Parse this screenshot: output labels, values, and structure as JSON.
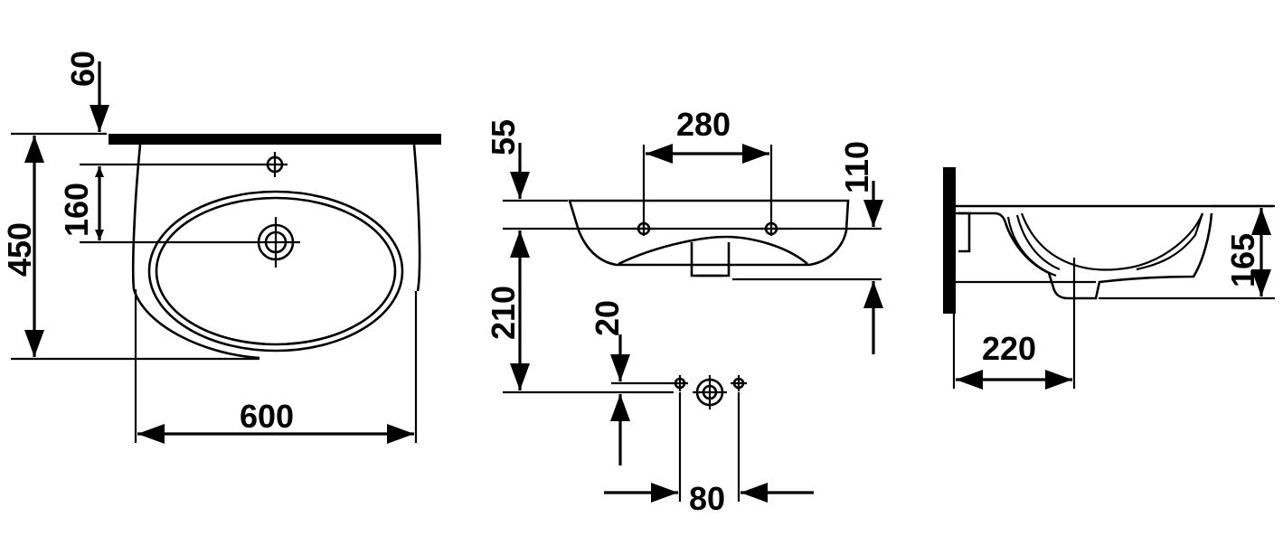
{
  "colors": {
    "line": "#000000",
    "background": "#ffffff"
  },
  "views": {
    "top_view": {
      "dims": {
        "tap_hole_offset": "60",
        "tap_to_waste": "160",
        "depth": "450",
        "width": "600"
      }
    },
    "front_view": {
      "dims": {
        "top_offset": "55",
        "tap_spacing": "280",
        "height": "110",
        "waste_height": "210",
        "waste_offset": "20",
        "waste_spacing": "80"
      }
    },
    "side_view": {
      "dims": {
        "bowl_height": "165",
        "projection": "220"
      }
    }
  }
}
